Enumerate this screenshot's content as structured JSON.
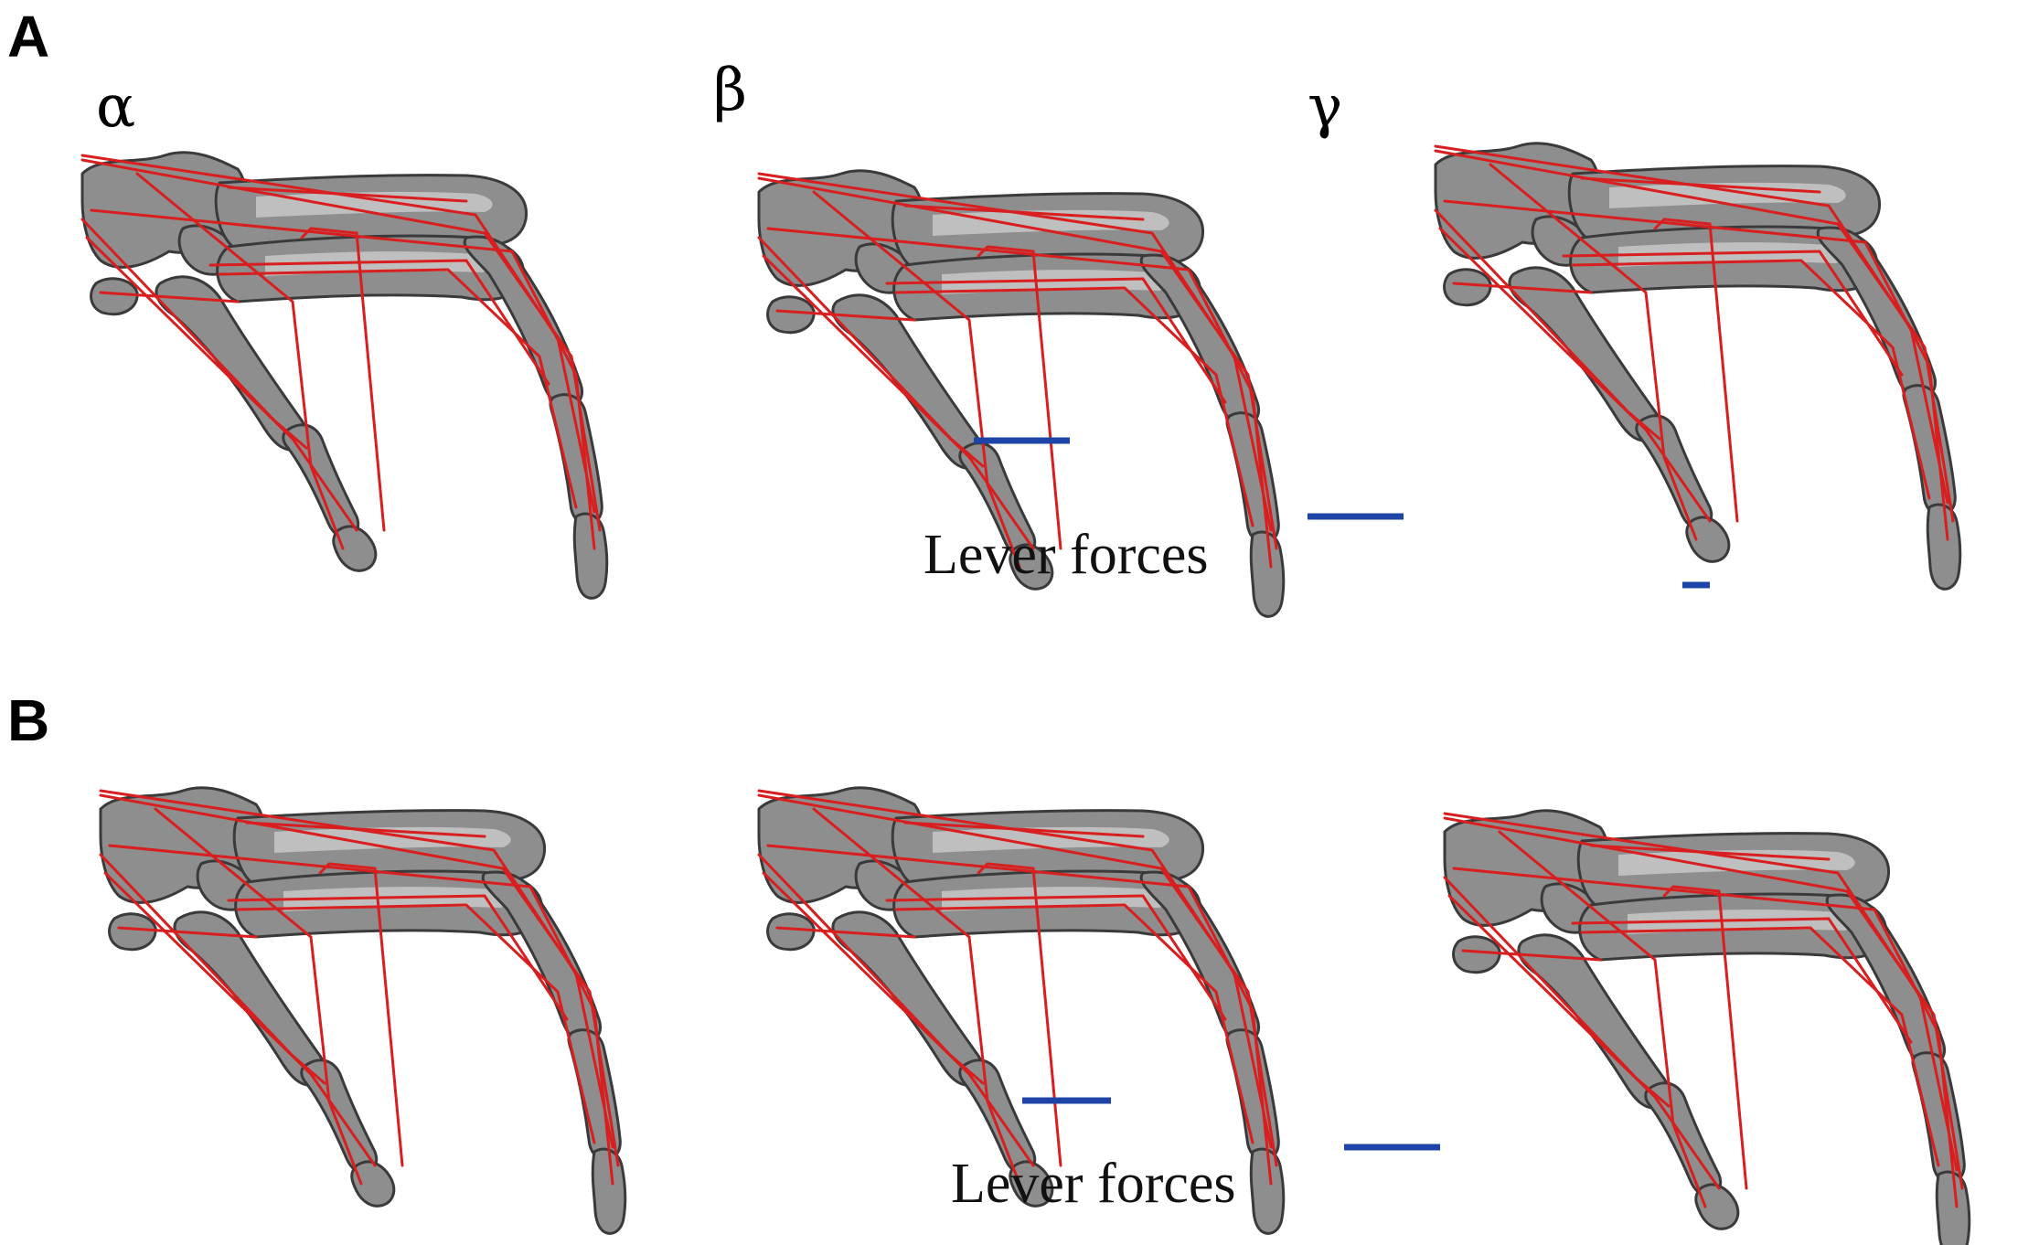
{
  "panels": [
    {
      "letter": "A",
      "columns": [
        {
          "label": "α"
        },
        {
          "label": "β"
        },
        {
          "label": "γ"
        }
      ],
      "annotation": "Lever forces"
    },
    {
      "letter": "B",
      "columns": [
        {
          "label": ""
        },
        {
          "label": ""
        },
        {
          "label": ""
        }
      ],
      "annotation": "Lever forces"
    }
  ],
  "colors": {
    "bone": "#8e8e8e",
    "muscle_lines": "#d81e1e",
    "lever_force": "#1f44a8"
  }
}
